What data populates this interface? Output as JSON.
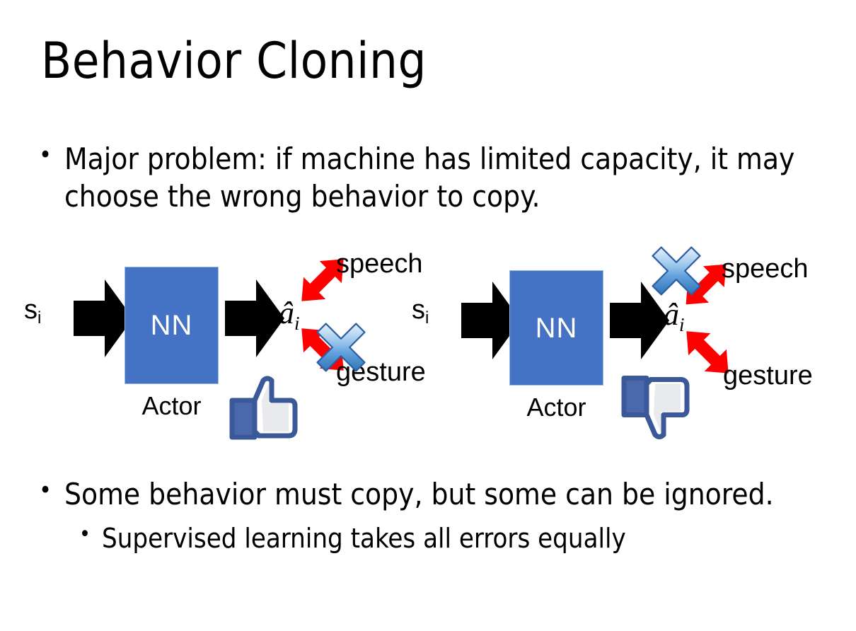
{
  "slide": {
    "title": "Behavior Cloning",
    "background_color": "#ffffff",
    "bullet_marker": "•"
  },
  "bullets": {
    "top": "Major problem: if machine has limited capacity, it may choose the wrong behavior to copy.",
    "bottom_level1": "Some behavior must copy, but some can be ignored.",
    "bottom_level2": "Supervised learning takes all errors equally"
  },
  "colors": {
    "nn_box_fill": "#4472C4",
    "nn_box_border": "#9DB7E3",
    "nn_text": "#ffffff",
    "black_arrow": "#000000",
    "red_arrow": "#FF0000",
    "blue_x_light": "#D6E6F7",
    "blue_x_mid": "#6FA8DC",
    "blue_x_dark": "#2E75B6",
    "blue_x_outline": "#2E5FA3",
    "thumb_outline": "#3B5998",
    "thumb_fill": "#FFFFFF",
    "thumb_shade": "#E4E6EB",
    "thumb_cuff": "#4A69AD",
    "text": "#000000"
  },
  "diagrams": [
    {
      "id": "left",
      "input_label": "s",
      "input_sub": "i",
      "box_label": "NN",
      "box_caption": "Actor",
      "output_label": "â",
      "output_sub": "i",
      "branches": [
        {
          "name": "speech",
          "label": "speech",
          "direction": "up-right",
          "crossed": false
        },
        {
          "name": "gesture",
          "label": "gesture",
          "direction": "down-right",
          "crossed": true
        }
      ],
      "verdict_icon": "thumbs-up-icon",
      "verdict": "approve"
    },
    {
      "id": "right",
      "input_label": "s",
      "input_sub": "i",
      "box_label": "NN",
      "box_caption": "Actor",
      "output_label": "â",
      "output_sub": "i",
      "branches": [
        {
          "name": "speech",
          "label": "speech",
          "direction": "up-right",
          "crossed": true
        },
        {
          "name": "gesture",
          "label": "gesture",
          "direction": "down-right",
          "crossed": false
        }
      ],
      "verdict_icon": "thumbs-down-icon",
      "verdict": "reject"
    }
  ]
}
